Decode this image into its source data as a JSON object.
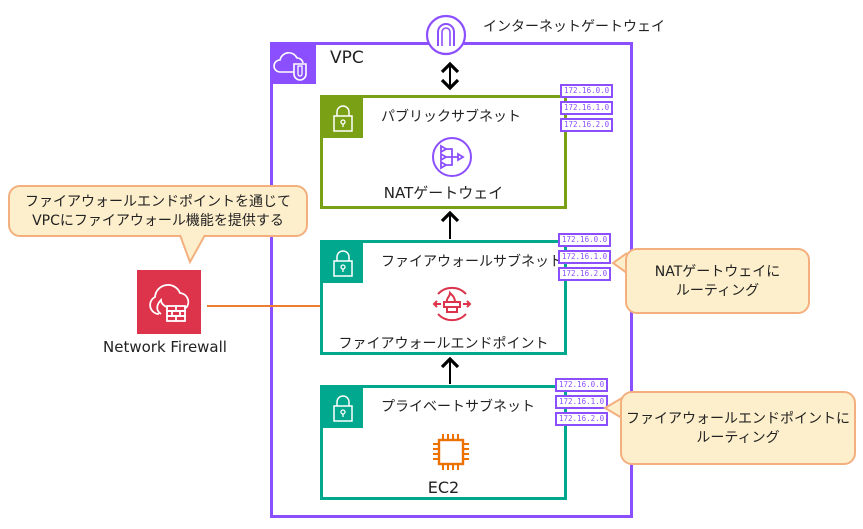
{
  "internet_gateway": {
    "label": "インターネットゲートウェイ",
    "icon": "internet-gateway-icon"
  },
  "vpc": {
    "label": "VPC",
    "icon": "vpc-cloud-shield-icon",
    "color": "#8c4fff"
  },
  "subnets": [
    {
      "id": "public",
      "title": "パブリックサブネット",
      "service": "NATゲートウェイ",
      "service_icon": "nat-gateway-icon",
      "color": "#7aa116",
      "cidrs": [
        "172.16.0.0",
        "172.16.1.0",
        "172.16.2.0"
      ]
    },
    {
      "id": "firewall",
      "title": "ファイアウォールサブネット",
      "service": "ファイアウォールエンドポイント",
      "service_icon": "firewall-endpoint-icon",
      "color": "#01a88d",
      "cidrs": [
        "172.16.0.0",
        "172.16.1.0",
        "172.16.2.0"
      ]
    },
    {
      "id": "private",
      "title": "プライベートサブネット",
      "service": "EC2",
      "service_icon": "ec2-chip-icon",
      "color": "#01a88d",
      "cidrs": [
        "172.16.0.0",
        "172.16.1.0",
        "172.16.2.0"
      ]
    }
  ],
  "network_firewall": {
    "label": "Network Firewall",
    "icon": "network-firewall-icon",
    "color": "#dd344c"
  },
  "callouts": {
    "firewall_provider": {
      "line1": "ファイアウォールエンドポイントを通じて",
      "line2": "VPCにファイアウォール機能を提供する"
    },
    "route_to_nat": {
      "line1": "NATゲートウェイに",
      "line2": "ルーティング"
    },
    "route_to_fw": {
      "line1": "ファイアウォールエンドポイントに",
      "line2": "ルーティング"
    }
  },
  "colors": {
    "callout_fill": "#fdefcc",
    "callout_border": "#f3b07e",
    "arrow": "#000000",
    "fw_arrow": "#ed7d31",
    "ec2": "#ed7100"
  }
}
